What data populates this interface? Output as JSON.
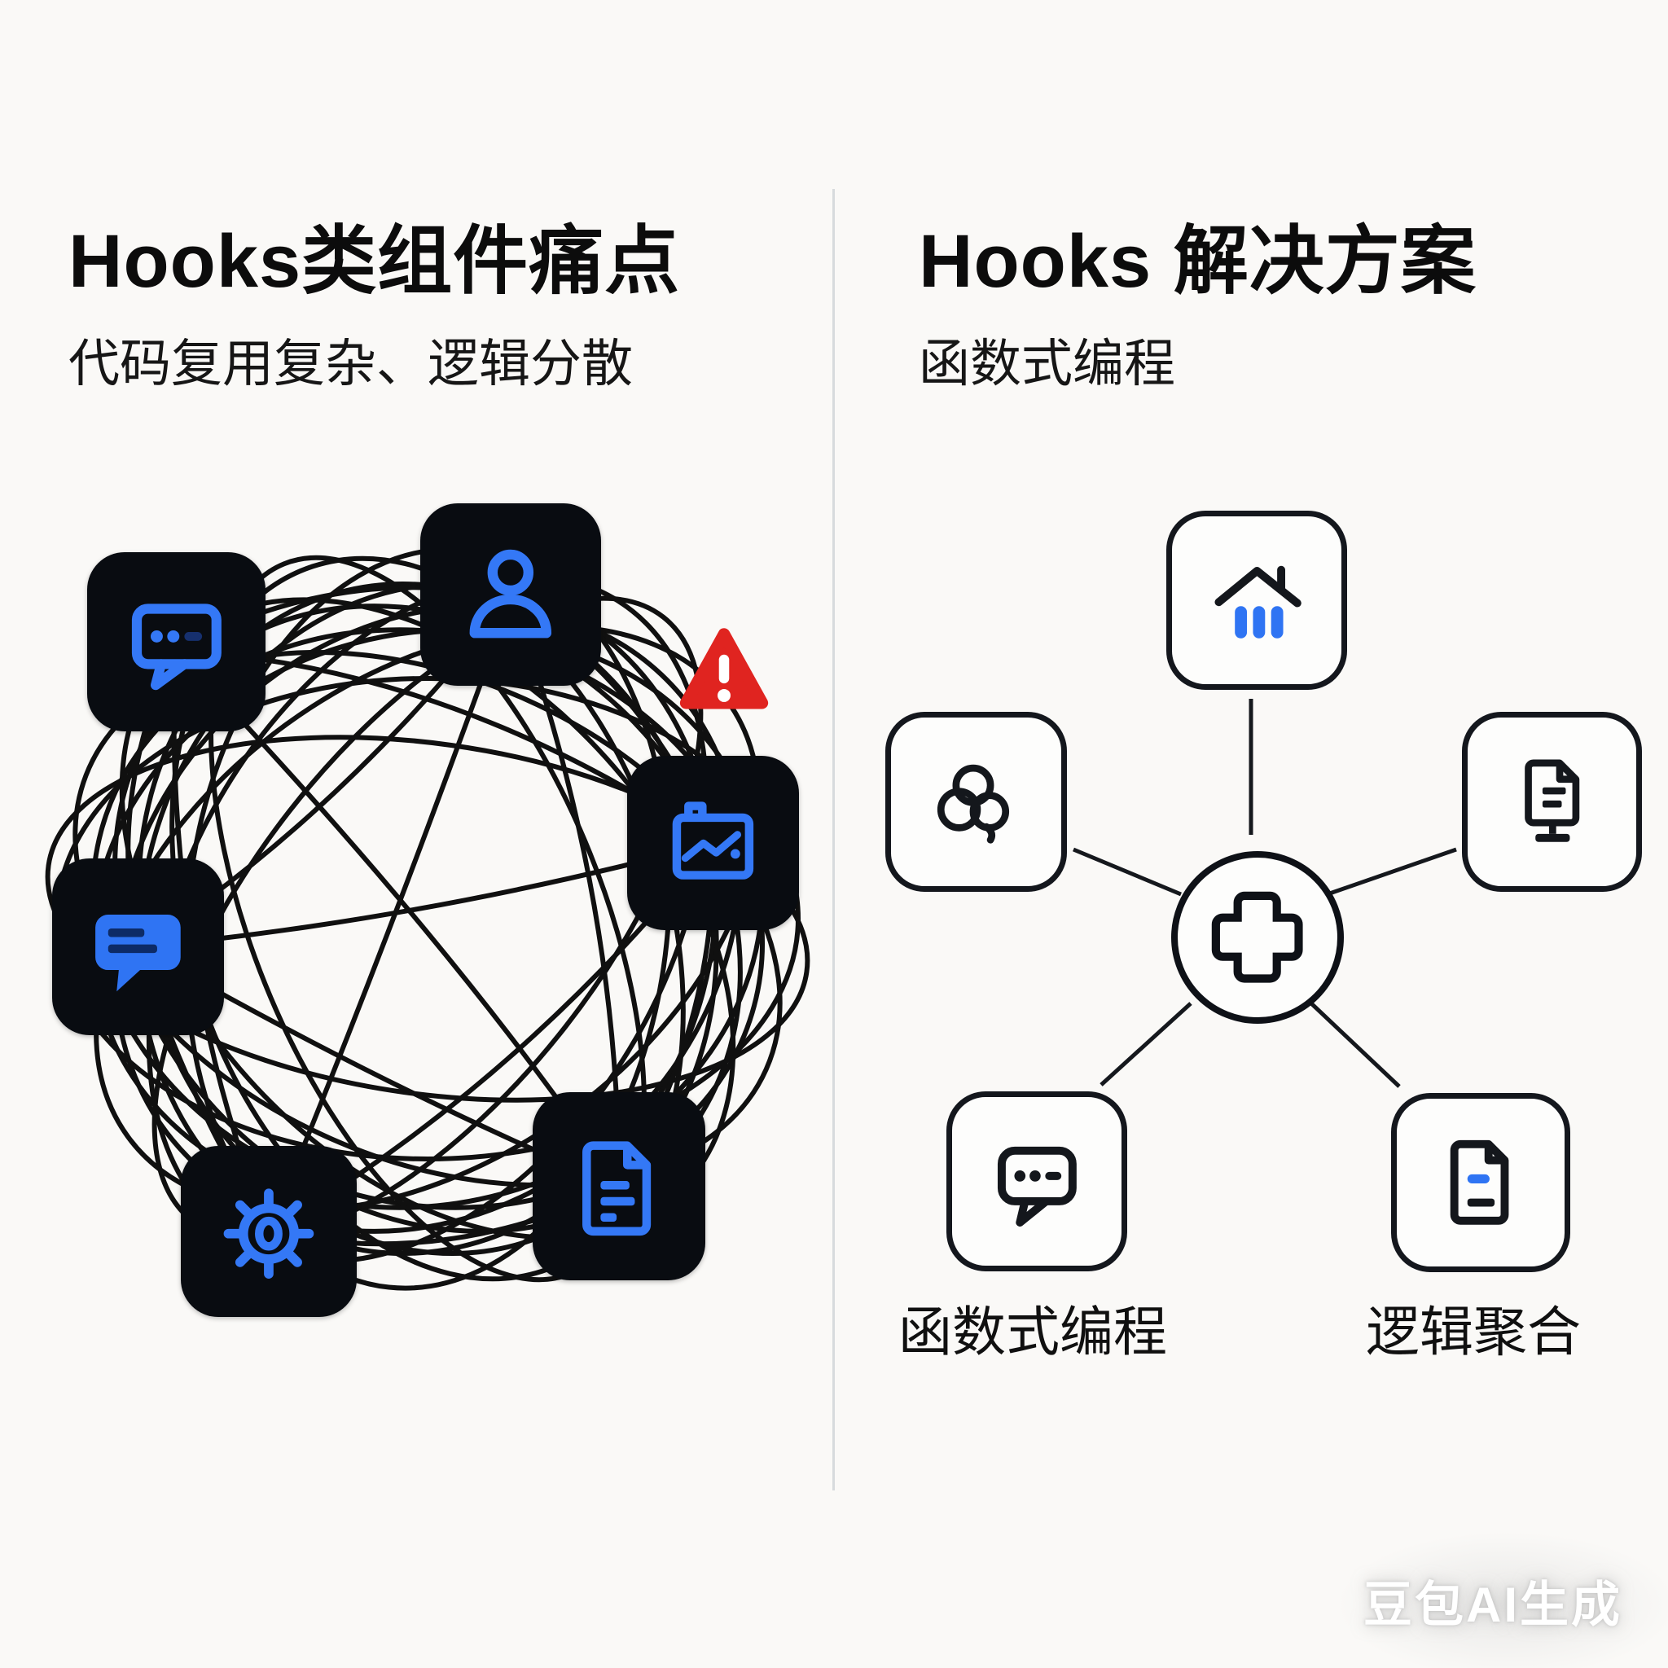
{
  "left_panel": {
    "title": "Hooks类组件痛点",
    "subtitle": "代码复用复杂、逻辑分散",
    "nodes": [
      {
        "icon": "chat-bubble-dots-icon"
      },
      {
        "icon": "person-icon"
      },
      {
        "icon": "image-chart-icon"
      },
      {
        "icon": "chat-bubble-filled-icon"
      },
      {
        "icon": "gear-icon"
      },
      {
        "icon": "document-lines-icon"
      }
    ],
    "warning_icon": "warning-triangle-icon"
  },
  "right_panel": {
    "title": "Hooks 解决方案",
    "subtitle": "函数式编程",
    "hub_icon": "plus-icon",
    "nodes": [
      {
        "icon": "home-bars-icon"
      },
      {
        "icon": "people-cloud-icon"
      },
      {
        "icon": "document-monitor-icon"
      },
      {
        "icon": "chat-bubble-outline-icon"
      },
      {
        "icon": "document-dash-icon"
      }
    ],
    "labels": {
      "bottom_left": "函数式编程",
      "bottom_right": "逻辑聚合"
    }
  },
  "watermark": "豆包AI生成",
  "colors": {
    "background": "#FAF9F7",
    "accent_blue": "#3478F6",
    "bar_blue": "#2F74F3",
    "node_black": "#090C11",
    "warning_red": "#E02420",
    "line_black": "#101010",
    "divider_gray": "#D7DBDD"
  }
}
